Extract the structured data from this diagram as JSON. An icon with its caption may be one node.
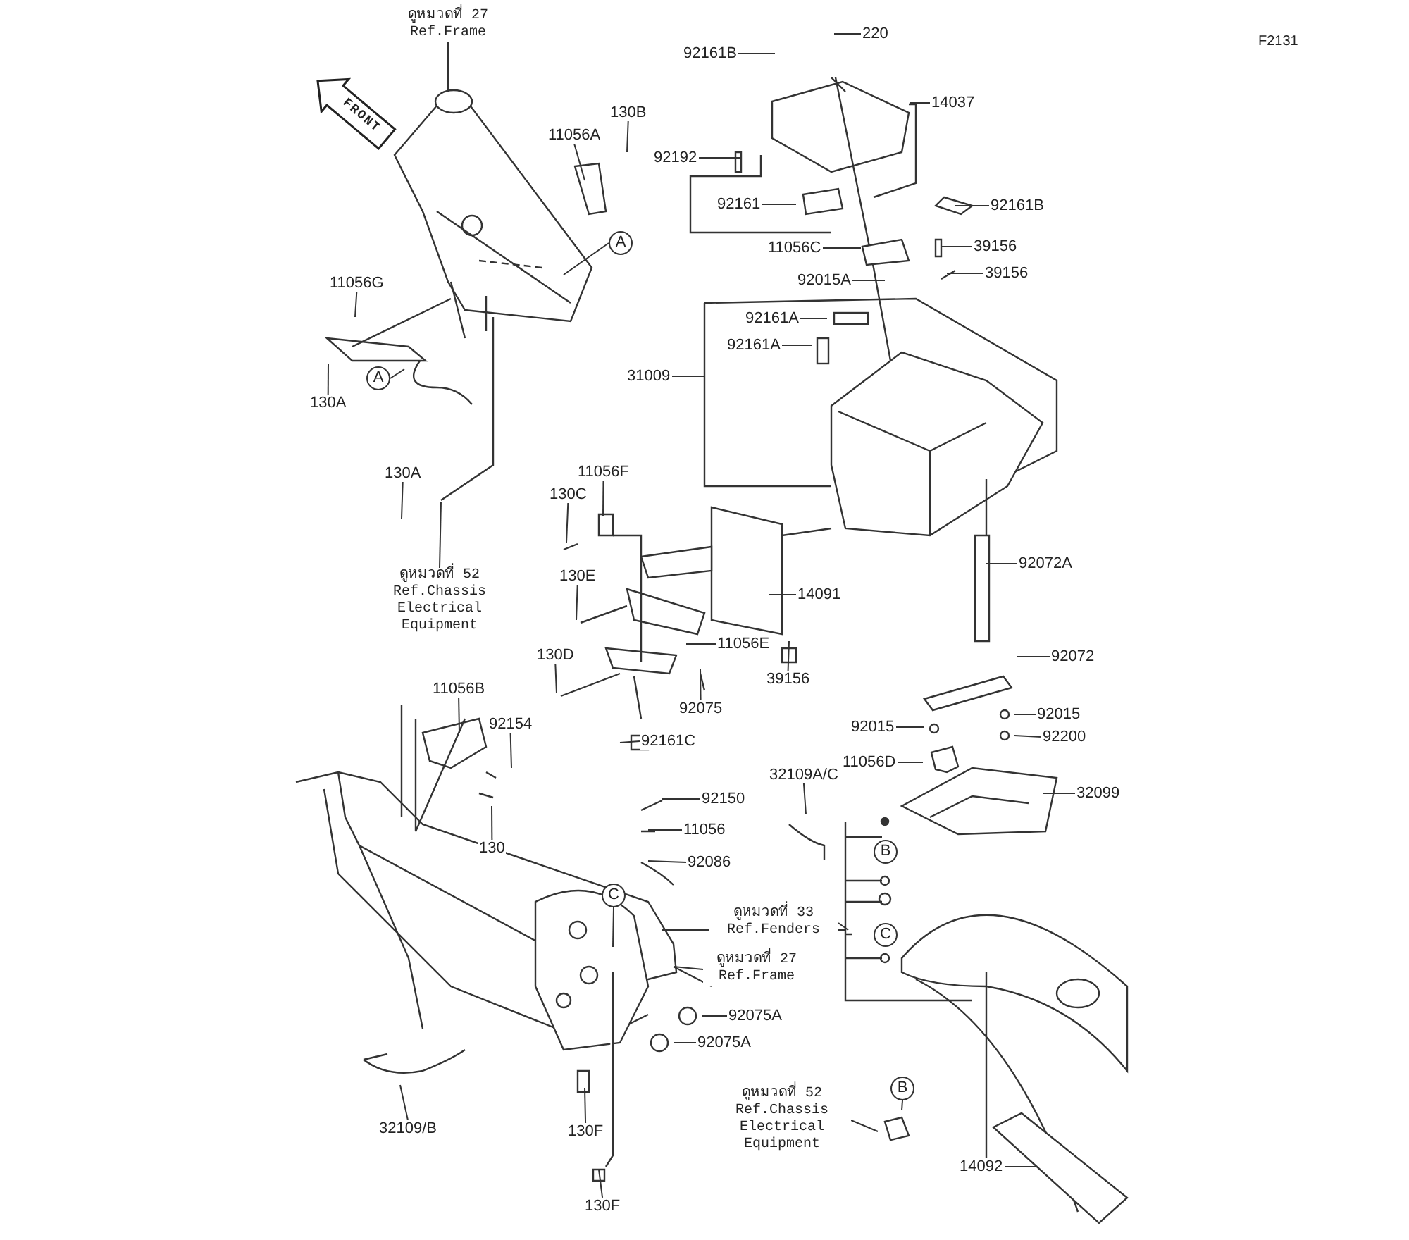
{
  "diagram": {
    "nodes": [
      {
        "text": [
          "ดูหมวดที่ 27 Ref.Frame"
        ]
      },
      {
        "text": [
          "FRONT"
        ]
      },
      {
        "text": [
          "130B"
        ]
      },
      {
        "text": [
          "11056A"
        ]
      },
      {
        "text": [
          "A"
        ]
      },
      {
        "text": [
          "11056G"
        ]
      },
      {
        "text": [
          "130A"
        ]
      },
      {
        "text": [
          "A"
        ]
      },
      {
        "text": [
          "130A"
        ]
      },
      {
        "text": [
          "ดูหมวดที่ 52 Ref.Chassis Electrical Equipment"
        ]
      },
      {
        "text": [
          "92161B"
        ]
      },
      {
        "text": [
          "220"
        ]
      },
      {
        "text": [
          "14037"
        ]
      },
      {
        "text": [
          "92192"
        ]
      },
      {
        "text": [
          "92161"
        ]
      },
      {
        "text": [
          "92161B"
        ]
      },
      {
        "text": [
          "39156"
        ]
      },
      {
        "text": [
          "11056C"
        ]
      },
      {
        "text": [
          "39156"
        ]
      },
      {
        "text": [
          "92015A"
        ]
      },
      {
        "text": [
          "92161A"
        ]
      },
      {
        "text": [
          "92161A"
        ]
      },
      {
        "text": [
          "31009"
        ]
      },
      {
        "text": [
          "11056F"
        ]
      },
      {
        "text": [
          "130C"
        ]
      },
      {
        "text": [
          "130E"
        ]
      },
      {
        "text": [
          "14091"
        ]
      },
      {
        "text": [
          "11056E"
        ]
      },
      {
        "text": [
          "130D"
        ]
      },
      {
        "text": [
          "39156"
        ]
      },
      {
        "text": [
          "92075"
        ]
      },
      {
        "text": [
          "92161C"
        ]
      },
      {
        "text": [
          "92072A"
        ]
      },
      {
        "text": [
          "92072"
        ]
      },
      {
        "text": [
          "92015"
        ]
      },
      {
        "text": [
          "92015"
        ]
      },
      {
        "text": [
          "92200"
        ]
      },
      {
        "text": [
          "11056D"
        ]
      },
      {
        "text": [
          "32099"
        ]
      },
      {
        "text": [
          "32109A/C"
        ]
      },
      {
        "text": [
          "11056B"
        ]
      },
      {
        "text": [
          "92154"
        ]
      },
      {
        "text": [
          "130"
        ]
      },
      {
        "text": [
          "92150"
        ]
      },
      {
        "text": [
          "11056"
        ]
      },
      {
        "text": [
          "92086"
        ]
      },
      {
        "text": [
          "C"
        ]
      },
      {
        "text": [
          "ดูหมวดที่ 33 Ref.Fenders"
        ]
      },
      {
        "text": [
          "ดูหมวดที่ 27 Ref.Frame"
        ]
      },
      {
        "text": [
          "92075A"
        ]
      },
      {
        "text": [
          "92075A"
        ]
      },
      {
        "text": [
          "B"
        ]
      },
      {
        "text": [
          "C"
        ]
      },
      {
        "text": [
          "32109/B"
        ]
      },
      {
        "text": [
          "130F"
        ]
      },
      {
        "text": [
          "130F"
        ]
      },
      {
        "text": [
          "ดูหมวดที่ 52 Ref.Chassis Electrical Equipment"
        ]
      },
      {
        "text": [
          "B"
        ]
      },
      {
        "text": [
          "14092"
        ]
      }
    ],
    "edges": [
      {
        "from": 0,
        "to": null,
        "arrow": "none"
      },
      {
        "from": 2,
        "to": null,
        "arrow": "none"
      },
      {
        "from": 3,
        "to": null,
        "arrow": "none"
      },
      {
        "from": 4,
        "to": null,
        "arrow": "none"
      },
      {
        "from": 5,
        "to": null,
        "arrow": "none"
      },
      {
        "from": 6,
        "to": null,
        "arrow": "none"
      },
      {
        "from": 7,
        "to": null,
        "arrow": "none"
      },
      {
        "from": 8,
        "to": null,
        "arrow": "none"
      },
      {
        "from": 9,
        "to": null,
        "arrow": "none"
      },
      {
        "from": 10,
        "to": null,
        "arrow": "none"
      },
      {
        "from": 11,
        "to": null,
        "arrow": "none"
      },
      {
        "from": 12,
        "to": null,
        "arrow": "none"
      },
      {
        "from": 13,
        "to": null,
        "arrow": "none"
      },
      {
        "from": 14,
        "to": null,
        "arrow": "none"
      },
      {
        "from": 15,
        "to": null,
        "arrow": "none"
      },
      {
        "from": 16,
        "to": null,
        "arrow": "none"
      },
      {
        "from": 17,
        "to": null,
        "arrow": "none"
      },
      {
        "from": 18,
        "to": null,
        "arrow": "none"
      },
      {
        "from": 19,
        "to": null,
        "arrow": "none"
      },
      {
        "from": 20,
        "to": null,
        "arrow": "none"
      },
      {
        "from": 21,
        "to": null,
        "arrow": "none"
      },
      {
        "from": 22,
        "to": null,
        "arrow": "none"
      },
      {
        "from": 23,
        "to": null,
        "arrow": "none"
      },
      {
        "from": 24,
        "to": null,
        "arrow": "none"
      },
      {
        "from": 25,
        "to": null,
        "arrow": "none"
      },
      {
        "from": 26,
        "to": null,
        "arrow": "none"
      },
      {
        "from": 27,
        "to": null,
        "arrow": "none"
      },
      {
        "from": 28,
        "to": null,
        "arrow": "none"
      },
      {
        "from": 29,
        "to": null,
        "arrow": "none"
      },
      {
        "from": 30,
        "to": null,
        "arrow": "none"
      },
      {
        "from": 31,
        "to": null,
        "arrow": "none"
      },
      {
        "from": 32,
        "to": null,
        "arrow": "none"
      },
      {
        "from": 33,
        "to": null,
        "arrow": "none"
      },
      {
        "from": 34,
        "to": null,
        "arrow": "none"
      },
      {
        "from": 35,
        "to": null,
        "arrow": "none"
      },
      {
        "from": 36,
        "to": null,
        "arrow": "none"
      },
      {
        "from": 37,
        "to": null,
        "arrow": "none"
      },
      {
        "from": 38,
        "to": null,
        "arrow": "none"
      },
      {
        "from": 39,
        "to": null,
        "arrow": "none"
      },
      {
        "from": 40,
        "to": null,
        "arrow": "none"
      },
      {
        "from": 41,
        "to": null,
        "arrow": "none"
      },
      {
        "from": 42,
        "to": null,
        "arrow": "none"
      },
      {
        "from": 43,
        "to": null,
        "arrow": "none"
      },
      {
        "from": 44,
        "to": null,
        "arrow": "none"
      },
      {
        "from": 45,
        "to": null,
        "arrow": "none"
      },
      {
        "from": 46,
        "to": null,
        "arrow": "none"
      },
      {
        "from": 47,
        "to": null,
        "arrow": "none"
      },
      {
        "from": 48,
        "to": null,
        "arrow": "none"
      },
      {
        "from": 49,
        "to": null,
        "arrow": "none"
      },
      {
        "from": 50,
        "to": null,
        "arrow": "none"
      },
      {
        "from": 53,
        "to": null,
        "arrow": "none"
      },
      {
        "from": 54,
        "to": null,
        "arrow": "none"
      },
      {
        "from": 55,
        "to": null,
        "arrow": "none"
      },
      {
        "from": 56,
        "to": null,
        "arrow": "none"
      },
      {
        "from": 57,
        "to": null,
        "arrow": "none"
      },
      {
        "from": 58,
        "to": null,
        "arrow": "none"
      }
    ],
    "labels": [
      "F2131"
    ]
  }
}
